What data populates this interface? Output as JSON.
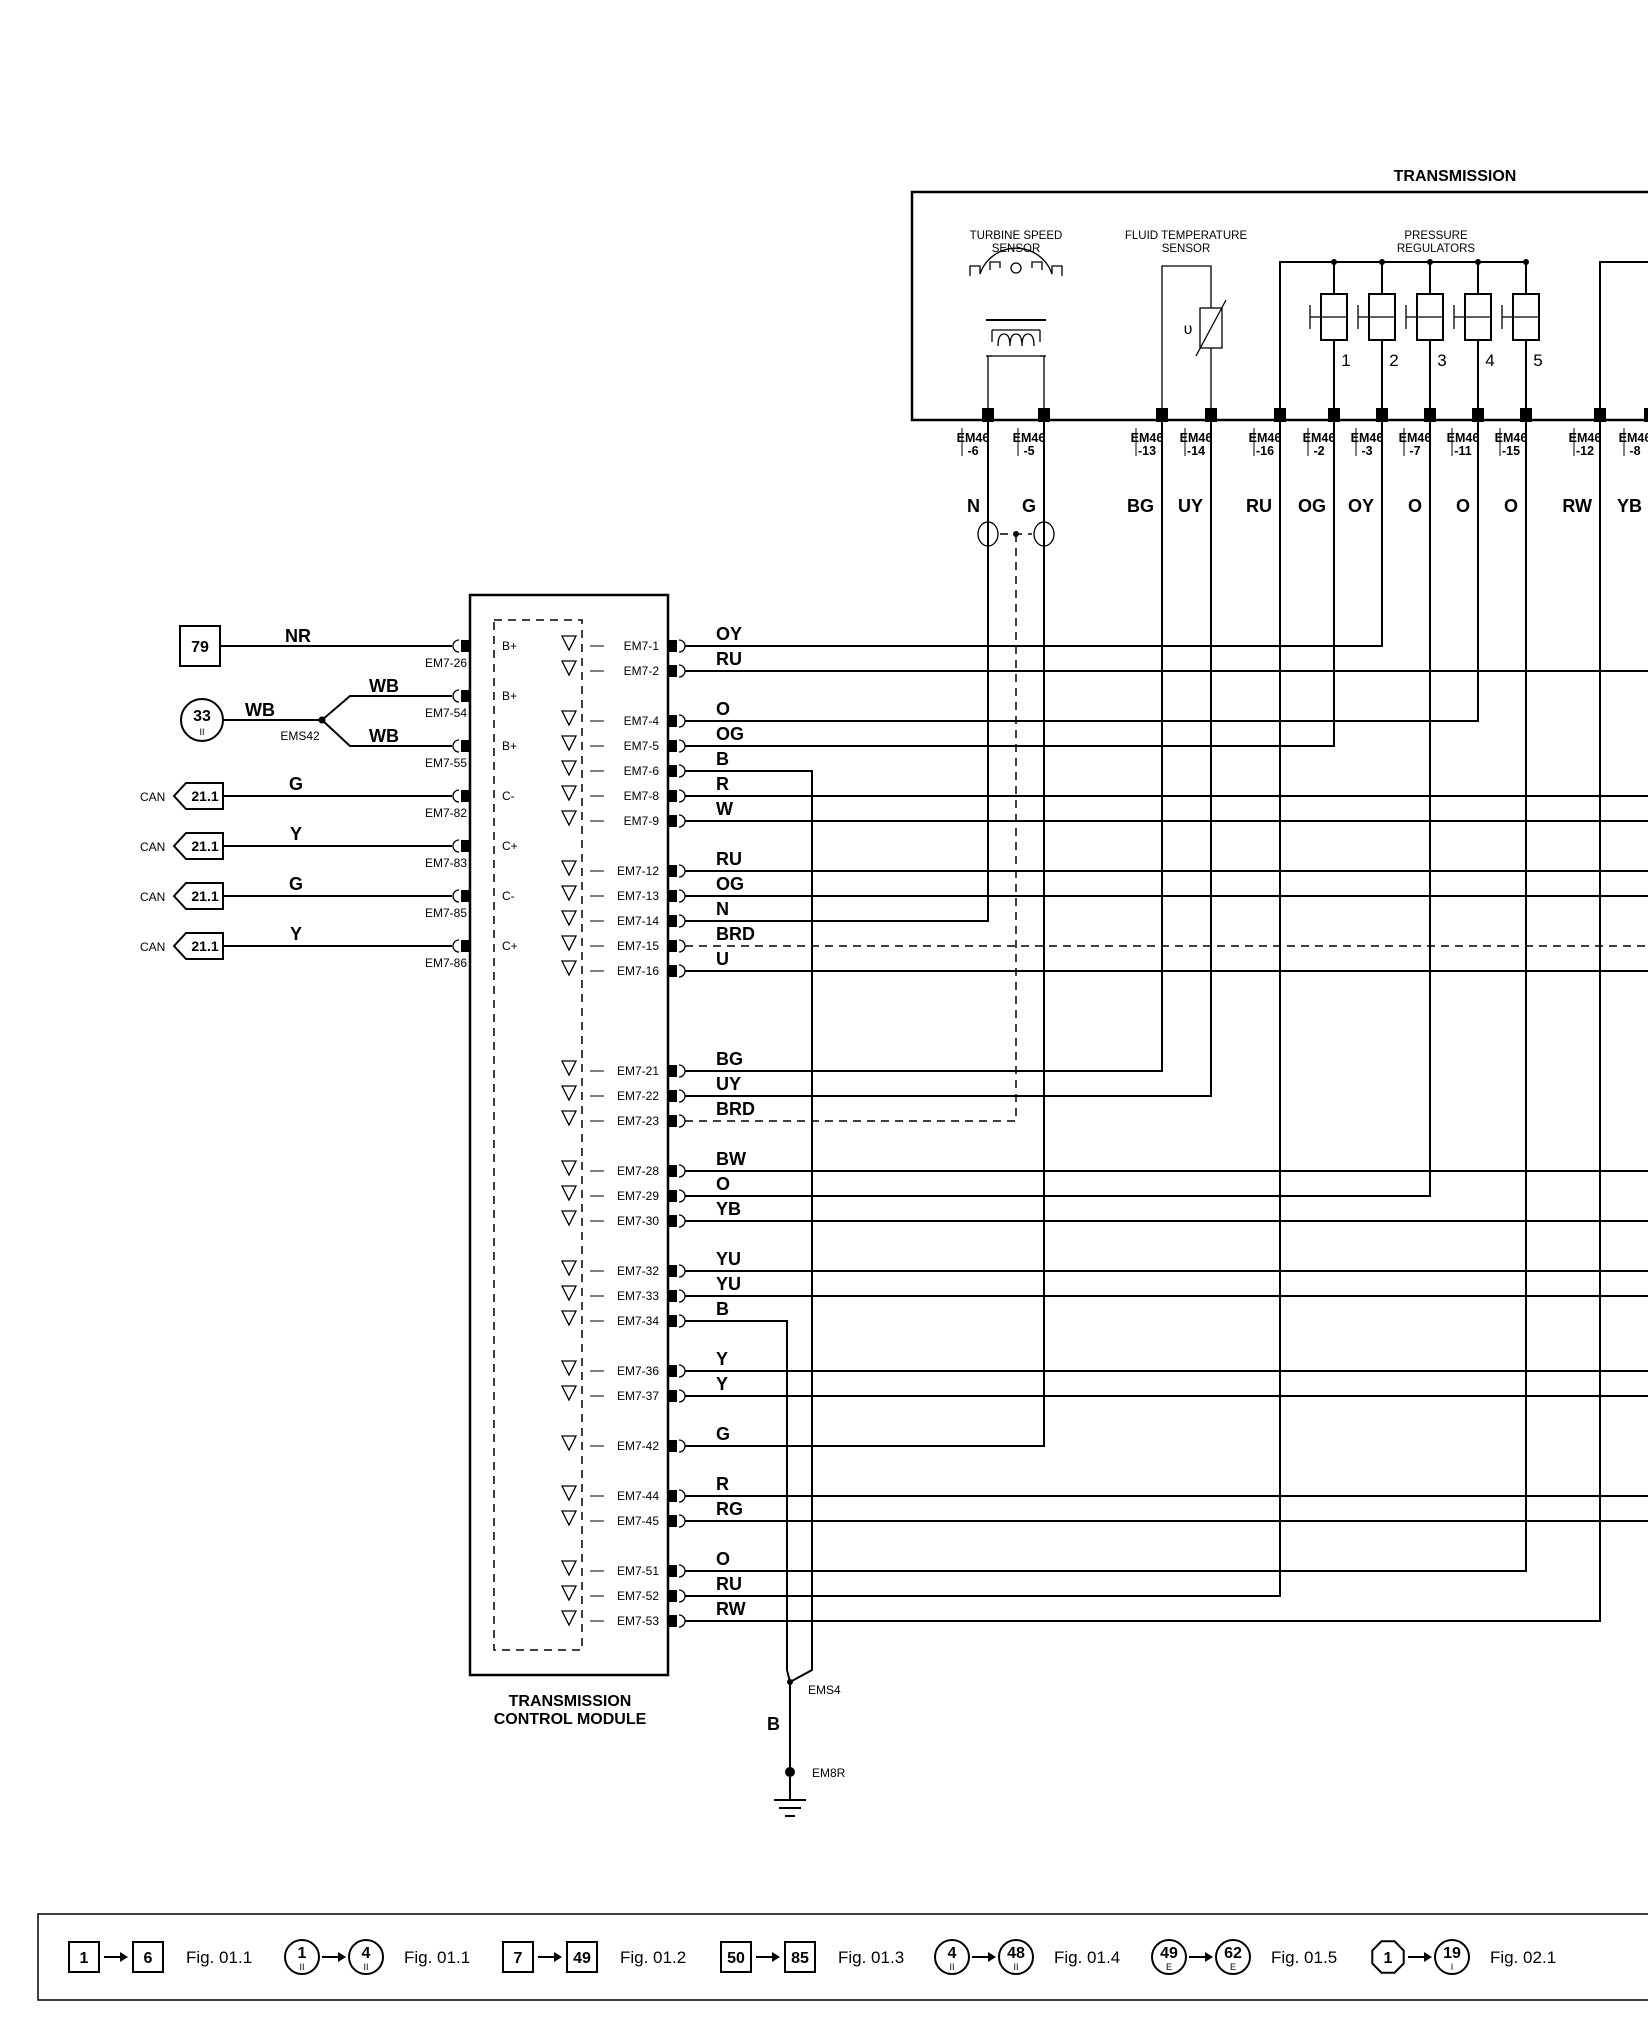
{
  "transmission": {
    "title": "TRANSMISSION",
    "turbine_sensor_label": [
      "TURBINE SPEED",
      "SENSOR"
    ],
    "fluid_sensor_label": [
      "FLUID TEMPERATURE",
      "SENSOR"
    ],
    "pressure_regulators_label": [
      "PRESSURE",
      "REGULATORS"
    ],
    "regulator_numbers": [
      "1",
      "2",
      "3",
      "4",
      "5"
    ],
    "theta_symbol": "υ",
    "connectors": [
      {
        "top": "EM46",
        "bottom": "-6",
        "wire": "N"
      },
      {
        "top": "EM46",
        "bottom": "-5",
        "wire": "G"
      },
      {
        "top": "EM46",
        "bottom": "-13",
        "wire": "BG"
      },
      {
        "top": "EM46",
        "bottom": "-14",
        "wire": "UY"
      },
      {
        "top": "EM46",
        "bottom": "-16",
        "wire": "RU"
      },
      {
        "top": "EM46",
        "bottom": "-2",
        "wire": "OG"
      },
      {
        "top": "EM46",
        "bottom": "-3",
        "wire": "OY"
      },
      {
        "top": "EM46",
        "bottom": "-7",
        "wire": "O"
      },
      {
        "top": "EM46",
        "bottom": "-11",
        "wire": "O"
      },
      {
        "top": "EM46",
        "bottom": "-15",
        "wire": "O"
      },
      {
        "top": "EM46",
        "bottom": "-12",
        "wire": "RW"
      },
      {
        "top": "EM46",
        "bottom": "-8",
        "wire": "YB"
      }
    ]
  },
  "tcm": {
    "label_line1": "TRANSMISSION",
    "label_line2": "CONTROL MODULE",
    "left_pins": [
      {
        "pin": "EM7-26",
        "symbol": "B+"
      },
      {
        "pin": "EM7-54",
        "symbol": "B+"
      },
      {
        "pin": "EM7-55",
        "symbol": "B+"
      },
      {
        "pin": "EM7-82",
        "symbol": "C-"
      },
      {
        "pin": "EM7-83",
        "symbol": "C+"
      },
      {
        "pin": "EM7-85",
        "symbol": "C-"
      },
      {
        "pin": "EM7-86",
        "symbol": "C+"
      }
    ],
    "right_pins": [
      {
        "pin": "EM7-1",
        "wire": "OY"
      },
      {
        "pin": "EM7-2",
        "wire": "RU"
      },
      {
        "pin": "EM7-4",
        "wire": "O"
      },
      {
        "pin": "EM7-5",
        "wire": "OG"
      },
      {
        "pin": "EM7-6",
        "wire": "B"
      },
      {
        "pin": "EM7-8",
        "wire": "R"
      },
      {
        "pin": "EM7-9",
        "wire": "W"
      },
      {
        "pin": "EM7-12",
        "wire": "RU"
      },
      {
        "pin": "EM7-13",
        "wire": "OG"
      },
      {
        "pin": "EM7-14",
        "wire": "N"
      },
      {
        "pin": "EM7-15",
        "wire": "BRD"
      },
      {
        "pin": "EM7-16",
        "wire": "U"
      },
      {
        "pin": "EM7-21",
        "wire": "BG"
      },
      {
        "pin": "EM7-22",
        "wire": "UY"
      },
      {
        "pin": "EM7-23",
        "wire": "BRD"
      },
      {
        "pin": "EM7-28",
        "wire": "BW"
      },
      {
        "pin": "EM7-29",
        "wire": "O"
      },
      {
        "pin": "EM7-30",
        "wire": "YB"
      },
      {
        "pin": "EM7-32",
        "wire": "YU"
      },
      {
        "pin": "EM7-33",
        "wire": "YU"
      },
      {
        "pin": "EM7-34",
        "wire": "B"
      },
      {
        "pin": "EM7-36",
        "wire": "Y"
      },
      {
        "pin": "EM7-37",
        "wire": "Y"
      },
      {
        "pin": "EM7-42",
        "wire": "G"
      },
      {
        "pin": "EM7-44",
        "wire": "R"
      },
      {
        "pin": "EM7-45",
        "wire": "RG"
      },
      {
        "pin": "EM7-51",
        "wire": "O"
      },
      {
        "pin": "EM7-52",
        "wire": "RU"
      },
      {
        "pin": "EM7-53",
        "wire": "RW"
      }
    ]
  },
  "left_side": {
    "ref_79": "79",
    "wire_nr": "NR",
    "ref_33": "33",
    "ref_33_sub": "II",
    "wire_wb": "WB",
    "splice_ems42": "EMS42",
    "can_label": "CAN",
    "can_ref": "21.1",
    "can_wires": [
      "G",
      "Y",
      "G",
      "Y"
    ]
  },
  "ground": {
    "splice": "EMS4",
    "wire": "B",
    "ground_label": "EM8R"
  },
  "legend": [
    {
      "from": "1",
      "to": "6",
      "from_shape": "square",
      "to_shape": "square",
      "from_sub": "",
      "to_sub": "",
      "fig": "Fig. 01.1"
    },
    {
      "from": "1",
      "to": "4",
      "from_shape": "circle",
      "to_shape": "circle",
      "from_sub": "II",
      "to_sub": "II",
      "fig": "Fig. 01.1"
    },
    {
      "from": "7",
      "to": "49",
      "from_shape": "square",
      "to_shape": "square",
      "from_sub": "",
      "to_sub": "",
      "fig": "Fig. 01.2"
    },
    {
      "from": "50",
      "to": "85",
      "from_shape": "square",
      "to_shape": "square",
      "from_sub": "",
      "to_sub": "",
      "fig": "Fig. 01.3"
    },
    {
      "from": "4",
      "to": "48",
      "from_shape": "circle",
      "to_shape": "circle",
      "from_sub": "II",
      "to_sub": "II",
      "fig": "Fig. 01.4"
    },
    {
      "from": "49",
      "to": "62",
      "from_shape": "circle",
      "to_shape": "circle",
      "from_sub": "E",
      "to_sub": "E",
      "fig": "Fig. 01.5"
    },
    {
      "from": "1",
      "to": "19",
      "from_shape": "octagon",
      "to_shape": "circle",
      "from_sub": "",
      "to_sub": "I",
      "fig": "Fig. 02.1"
    }
  ]
}
